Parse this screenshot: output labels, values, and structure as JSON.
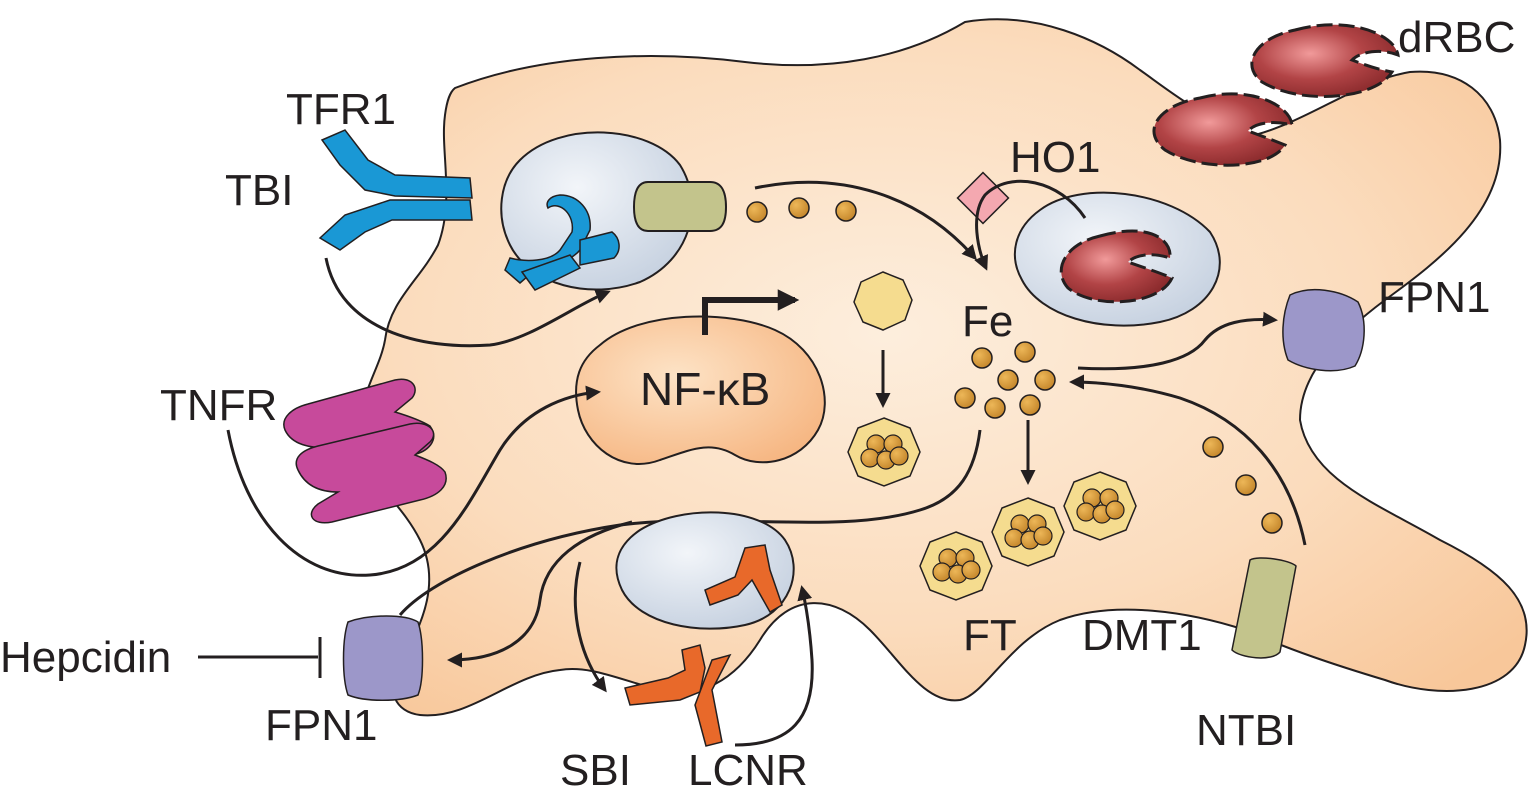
{
  "labels": {
    "tfr1": "TFR1",
    "tbi": "TBI",
    "tnfr": "TNFR",
    "hepcidin": "Hepcidin",
    "fpn1_bottom": "FPN1",
    "sbi": "SBI",
    "lcnr": "LCNR",
    "ho1": "HO1",
    "fe": "Fe",
    "fpn1_right": "FPN1",
    "drbc": "dRBC",
    "nfkb": "NF-κB",
    "ft": "FT",
    "dmt1": "DMT1",
    "ntbi": "NTBI"
  },
  "colors": {
    "cell": "#fbd9b6",
    "nucleus": "#f9c69a",
    "vesicle": "#dde4ee",
    "tfr1": "#1a98d5",
    "tnfr": "#c74a9b",
    "lcnr": "#e8692a",
    "fpn1": "#9c97c9",
    "dmt1": "#c3c48c",
    "ho1": "#f4a8b0",
    "iron": "#d69a33",
    "ferritin": "#f5dc8f",
    "rbc": "#a33a3d",
    "ink": "#231f20"
  }
}
